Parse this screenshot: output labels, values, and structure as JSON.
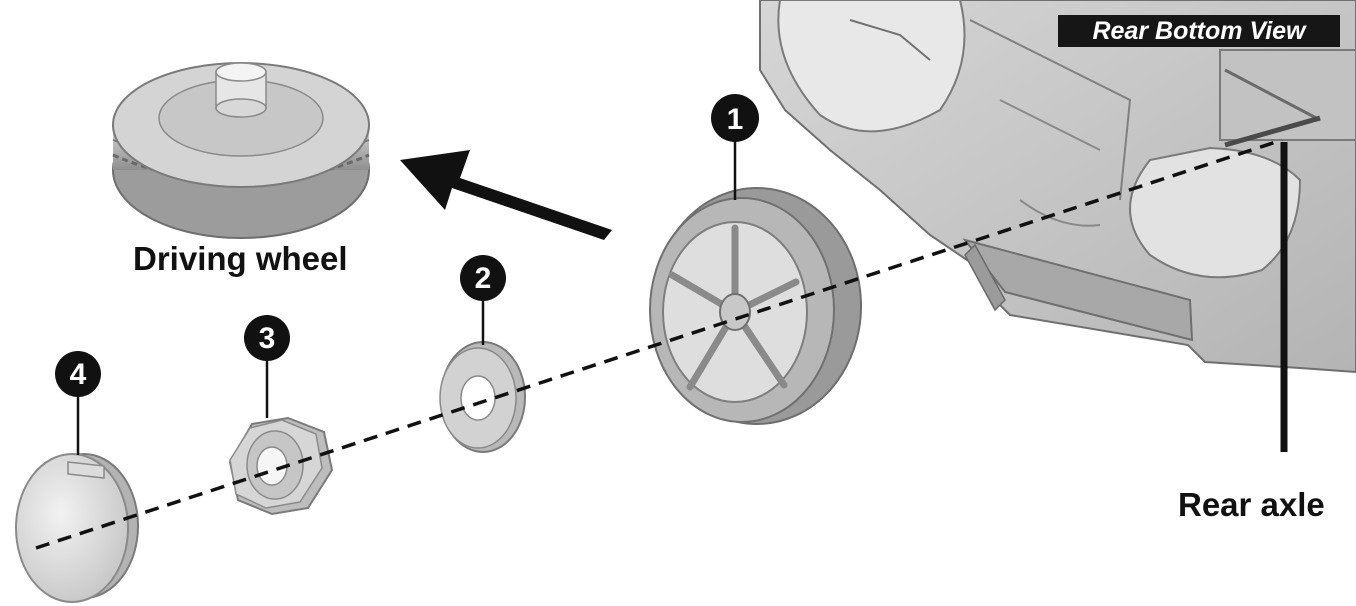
{
  "view_label": "Rear Bottom View",
  "labels": {
    "driving_wheel": "Driving wheel",
    "rear_axle": "Rear axle"
  },
  "callouts": [
    "1",
    "2",
    "3",
    "4"
  ],
  "colors": {
    "ink": "#111111",
    "part_light": "#e8e8e8",
    "part_mid": "#c9c9c9",
    "part_dark": "#9a9a9a",
    "banner_bg": "#161616",
    "banner_text": "#ffffff"
  }
}
